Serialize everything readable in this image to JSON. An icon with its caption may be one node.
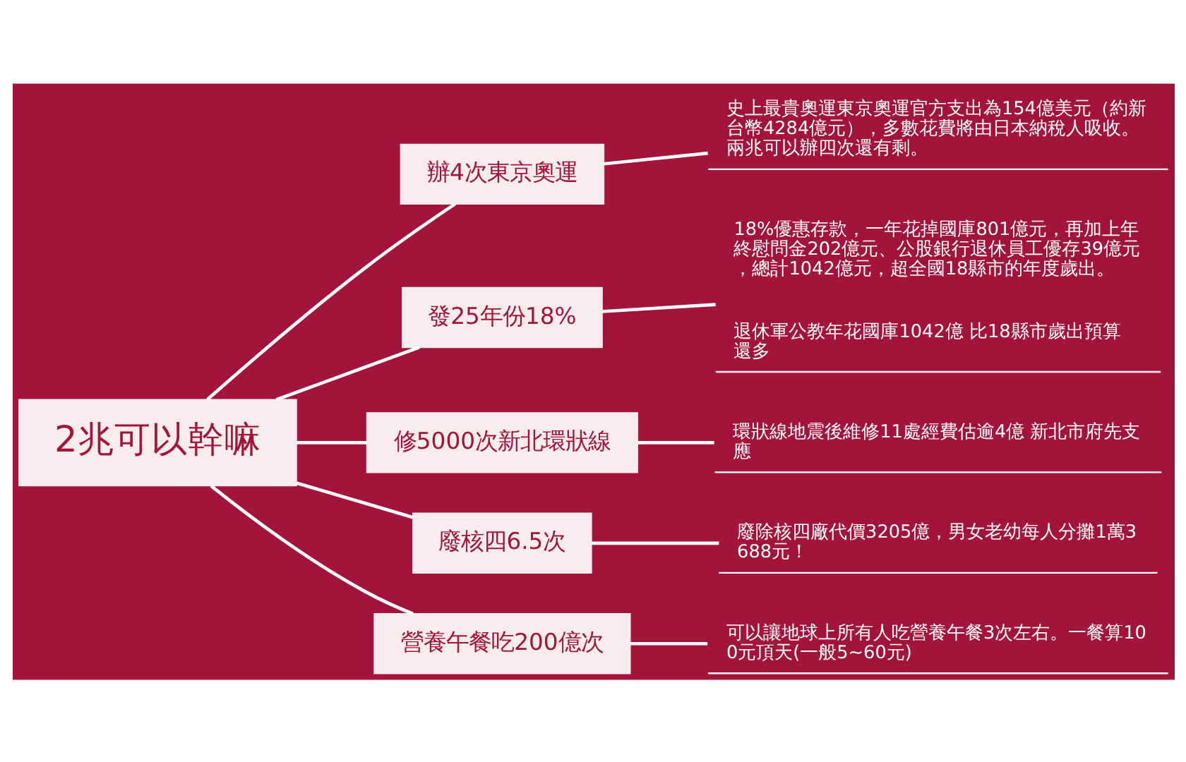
{
  "diagram": {
    "nodes": [
      {
        "text": [
          "2兆可以幹嘛"
        ]
      },
      {
        "text": [
          "辦4次東京奧運"
        ]
      },
      {
        "text": [
          "發25年份18%"
        ]
      },
      {
        "text": [
          "修5000次新北環狀線"
        ]
      },
      {
        "text": [
          "廢核四6.5次"
        ]
      },
      {
        "text": [
          "營養午餐吃200億次"
        ]
      },
      {
        "text": [
          "史上最貴奧運東京奧運官方支出為154億美元（約新台幣4284億元），多數花費將由日本納稅人吸收。兩兆可以辦四次還有剩。"
        ]
      },
      {
        "text": [
          "18%優惠存款，一年花掉國庫801億元，再加上年終慰問金202億元、公股銀行退休員工優存39億元，總計1042億元，超全國18縣市的年度歲出。",
          "退休軍公教年花國庫1042億 比18縣市歲出預算還多"
        ]
      },
      {
        "text": [
          "環狀線地震後維修11處經費估逾4億 新北市府先支應"
        ]
      },
      {
        "text": [
          "廢除核四廠代價3205億，男女老幼每人分攤1萬3688元！"
        ]
      },
      {
        "text": [
          "可以讓地球上所有人吃營養午餐3次左右。一餐算100元頂天(一般5~60元)"
        ]
      }
    ],
    "edges": [
      {
        "from": 0,
        "to": 1,
        "arrow": "none"
      },
      {
        "from": 0,
        "to": 2,
        "arrow": "none"
      },
      {
        "from": 0,
        "to": 3,
        "arrow": "none"
      },
      {
        "from": 0,
        "to": 4,
        "arrow": "none"
      },
      {
        "from": 0,
        "to": 5,
        "arrow": "none"
      },
      {
        "from": 1,
        "to": 6,
        "arrow": "none"
      },
      {
        "from": 2,
        "to": 7,
        "arrow": "none"
      },
      {
        "from": 3,
        "to": 8,
        "arrow": "none"
      },
      {
        "from": 4,
        "to": 9,
        "arrow": "none"
      },
      {
        "from": 5,
        "to": 10,
        "arrow": "none"
      }
    ]
  }
}
